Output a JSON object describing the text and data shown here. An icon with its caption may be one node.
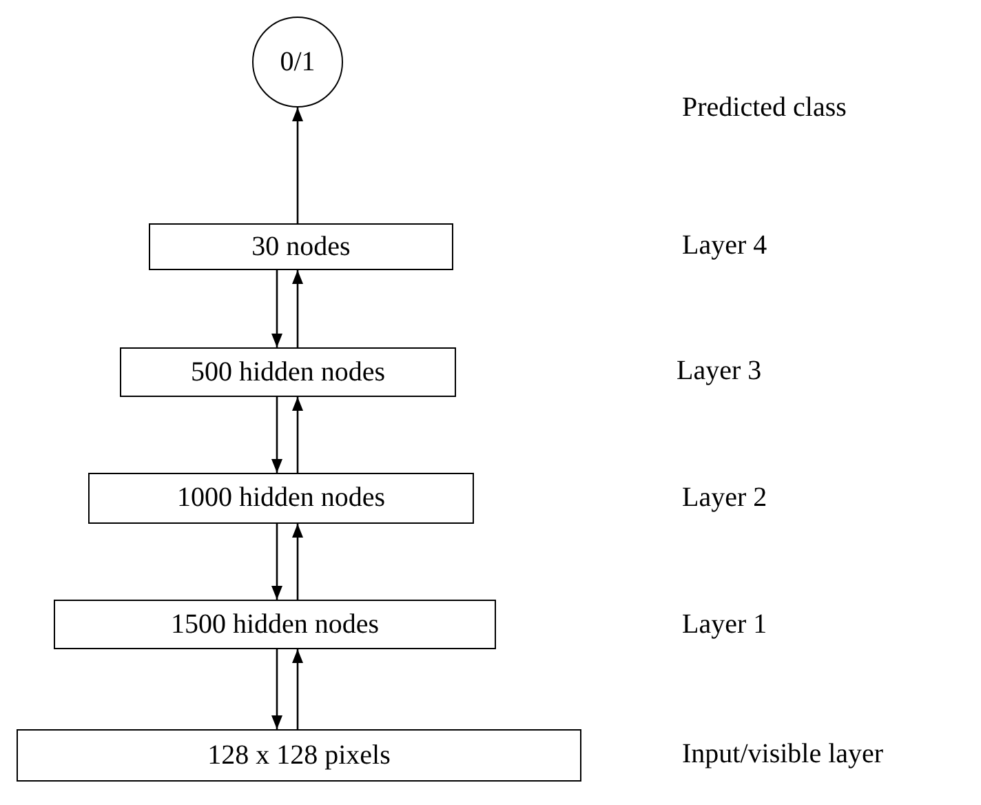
{
  "diagram": {
    "nodes": [
      {
        "text": [
          "0/1"
        ]
      },
      {
        "text": [
          "30 nodes"
        ]
      },
      {
        "text": [
          "500 hidden nodes"
        ]
      },
      {
        "text": [
          "1000 hidden nodes"
        ]
      },
      {
        "text": [
          "1500 hidden nodes"
        ]
      },
      {
        "text": [
          "128 x 128 pixels"
        ]
      }
    ],
    "edges": [
      {
        "from": 1,
        "to": 0,
        "arrow": "to"
      },
      {
        "from": 1,
        "to": 2,
        "arrow": "to"
      },
      {
        "from": 2,
        "to": 1,
        "arrow": "to"
      },
      {
        "from": 2,
        "to": 3,
        "arrow": "to"
      },
      {
        "from": 3,
        "to": 2,
        "arrow": "to"
      },
      {
        "from": 3,
        "to": 4,
        "arrow": "to"
      },
      {
        "from": 4,
        "to": 3,
        "arrow": "to"
      },
      {
        "from": 4,
        "to": 5,
        "arrow": "to"
      },
      {
        "from": 5,
        "to": 4,
        "arrow": "to"
      }
    ],
    "labels": [
      "Predicted class",
      "Layer 4",
      "Layer 3",
      "Layer 2",
      "Layer 1",
      "Input/visible layer"
    ]
  }
}
